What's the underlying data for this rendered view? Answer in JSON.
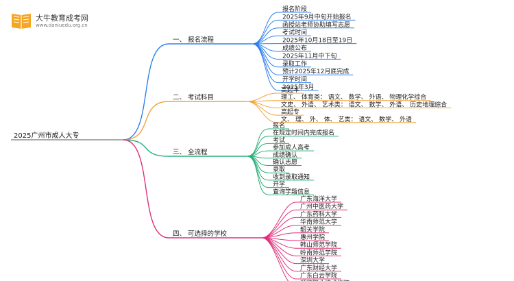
{
  "logo": {
    "name": "大牛教育成考网",
    "url": "www.daniuedu.org.cn"
  },
  "root": "2025广州市成人大专",
  "branches": [
    {
      "label": "一、 报名流程",
      "color": "#2f80ed",
      "children": [
        "报名阶段",
        "2025年9月中旬开始报名",
        "函授站老师协助填写志愿",
        "考试时间",
        "2025年10月18日至19日",
        "成绩公布",
        "2025年11月中下旬",
        "录取工作",
        "预计2025年12月底完成",
        "开学时间",
        "2025年3月"
      ]
    },
    {
      "label": "二、 考试科目",
      "color": "#f2a43a",
      "children": [
        "高起本",
        "理工、 体育类： 语文、 数学、 外语、 物理化学综合",
        "文史、 外语、 艺术类： 语文、 数学、 外语、 历史地理综合",
        "高起专",
        "文、 理、 外、 体、 艺类： 语文、 数学、 外语"
      ]
    },
    {
      "label": "三、 全流程",
      "color": "#27b07a",
      "children": [
        "报名",
        "在规定时间内完成报名",
        "考试",
        "参加成人高考",
        "成绩确认",
        "确认志愿",
        "录取",
        "收到录取通知",
        "开学",
        "查询学籍信息"
      ]
    },
    {
      "label": "四、 可选择的学校",
      "color": "#e0307a",
      "children": [
        "广东海洋大学",
        "广州中医药大学",
        "广东药科大学",
        "华南师范大学",
        "韶关学院",
        "惠州学院",
        "韩山师范学院",
        "岭南师范学院",
        "深圳大学",
        "广东财经大学",
        "广东白云学院",
        "顺德职业技术学院"
      ]
    }
  ]
}
